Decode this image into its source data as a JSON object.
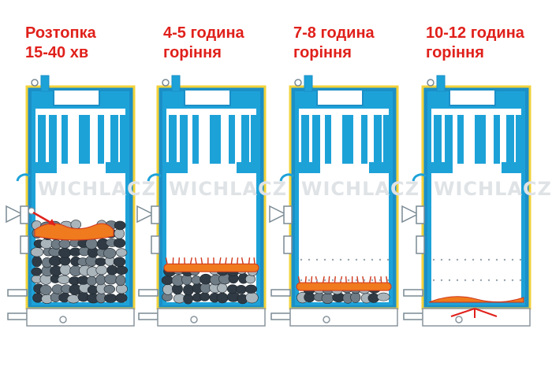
{
  "colors": {
    "water": "#1da2d8",
    "jacket_outline": "#1b8fc7",
    "insulation": "#f2d23a",
    "flame": "#f07a1e",
    "ember": "#d0371b",
    "arrow": "#e0201b",
    "label": "#e0201b",
    "coal_dark": "#2f3a44",
    "coal_mid": "#6f7c86",
    "coal_light": "#aab4bb",
    "watermark": "#dfe3e6"
  },
  "stages": [
    {
      "title": "Розтопка\n15-40 хв",
      "fuel_level": 1.0,
      "burn_state": "ignition"
    },
    {
      "title": "4-5 година\nгоріння",
      "fuel_level": 0.45,
      "burn_state": "top-burning"
    },
    {
      "title": "7-8 година\nгоріння",
      "fuel_level": 0.22,
      "burn_state": "top-burning"
    },
    {
      "title": "10-12 година\nгоріння",
      "fuel_level": 0.05,
      "burn_state": "embers"
    }
  ],
  "watermark": "WICHLACZ",
  "icons": [
    "pressure-gauge-icon",
    "air-damper-icon",
    "door-handle-icon",
    "fire-arrow-icon"
  ]
}
